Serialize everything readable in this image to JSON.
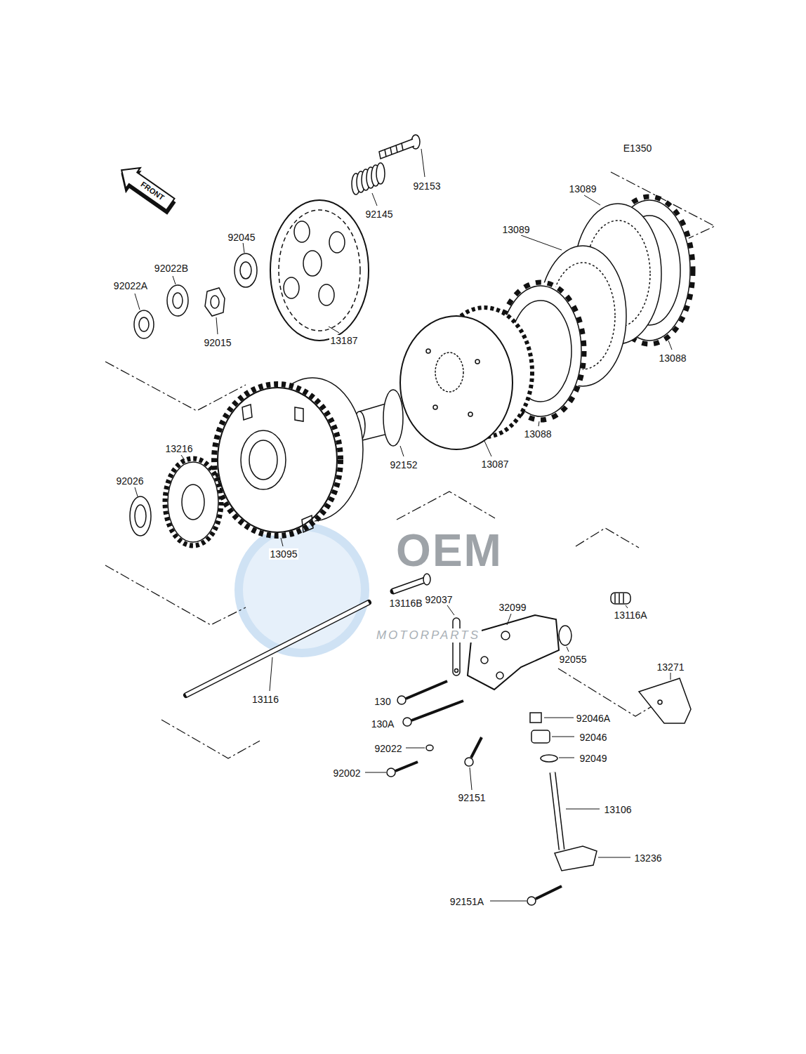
{
  "diagram": {
    "labels": [
      "E1350",
      "FRONT",
      "92153",
      "92145",
      "13089",
      "13089",
      "92045",
      "92022B",
      "92022A",
      "92015",
      "13187",
      "13088",
      "13216",
      "92152",
      "13088",
      "13087",
      "92026",
      "13095",
      "13116B",
      "92037",
      "32099",
      "13116A",
      "92055",
      "13271",
      "13116",
      "130",
      "130A",
      "92046A",
      "92046",
      "92022",
      "92049",
      "92002",
      "92151",
      "13106",
      "13236",
      "92151A",
      "OEM",
      "MOTORPARTS"
    ]
  }
}
